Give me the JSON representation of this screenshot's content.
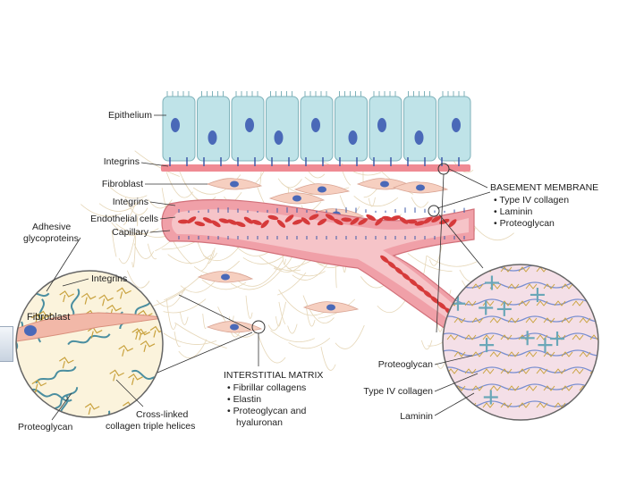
{
  "labels": {
    "epithelium": "Epithelium",
    "integrins_top": "Integrins",
    "fibroblast_top": "Fibroblast",
    "integrins_mid": "Integrins",
    "endothelial": "Endothelial cells",
    "capillary": "Capillary",
    "adhesive_1": "Adhesive",
    "adhesive_2": "glycoproteins",
    "integrins_inset": "Integrins",
    "fibroblast_inset": "Fibroblast",
    "proteoglycan_left": "Proteoglycan",
    "crosslinked_1": "Cross-linked",
    "crosslinked_2": "collagen triple helices",
    "proteoglycan_right": "Proteoglycan",
    "type4_right": "Type IV collagen",
    "laminin_right": "Laminin"
  },
  "basement_membrane": {
    "title": "BASEMENT MEMBRANE",
    "items": [
      "• Type IV collagen",
      "• Laminin",
      "• Proteoglycan"
    ]
  },
  "interstitial_matrix": {
    "title": "INTERSTITIAL MATRIX",
    "items": [
      "• Fibrillar collagens",
      "• Elastin",
      "• Proteoglycan and",
      "hyaluronan"
    ]
  },
  "colors": {
    "epithelium": "#bfe3e8",
    "nucleus": "#4a69b8",
    "membrane": "#ef8a93",
    "vessel_wall": "#f0a0a8",
    "vessel_lumen": "#f6c4c8",
    "rbc": "#d63a3a",
    "fiber": "#e6d7b8",
    "helix": "#4a8ea0",
    "proteoglycan": "#c9a23e"
  }
}
